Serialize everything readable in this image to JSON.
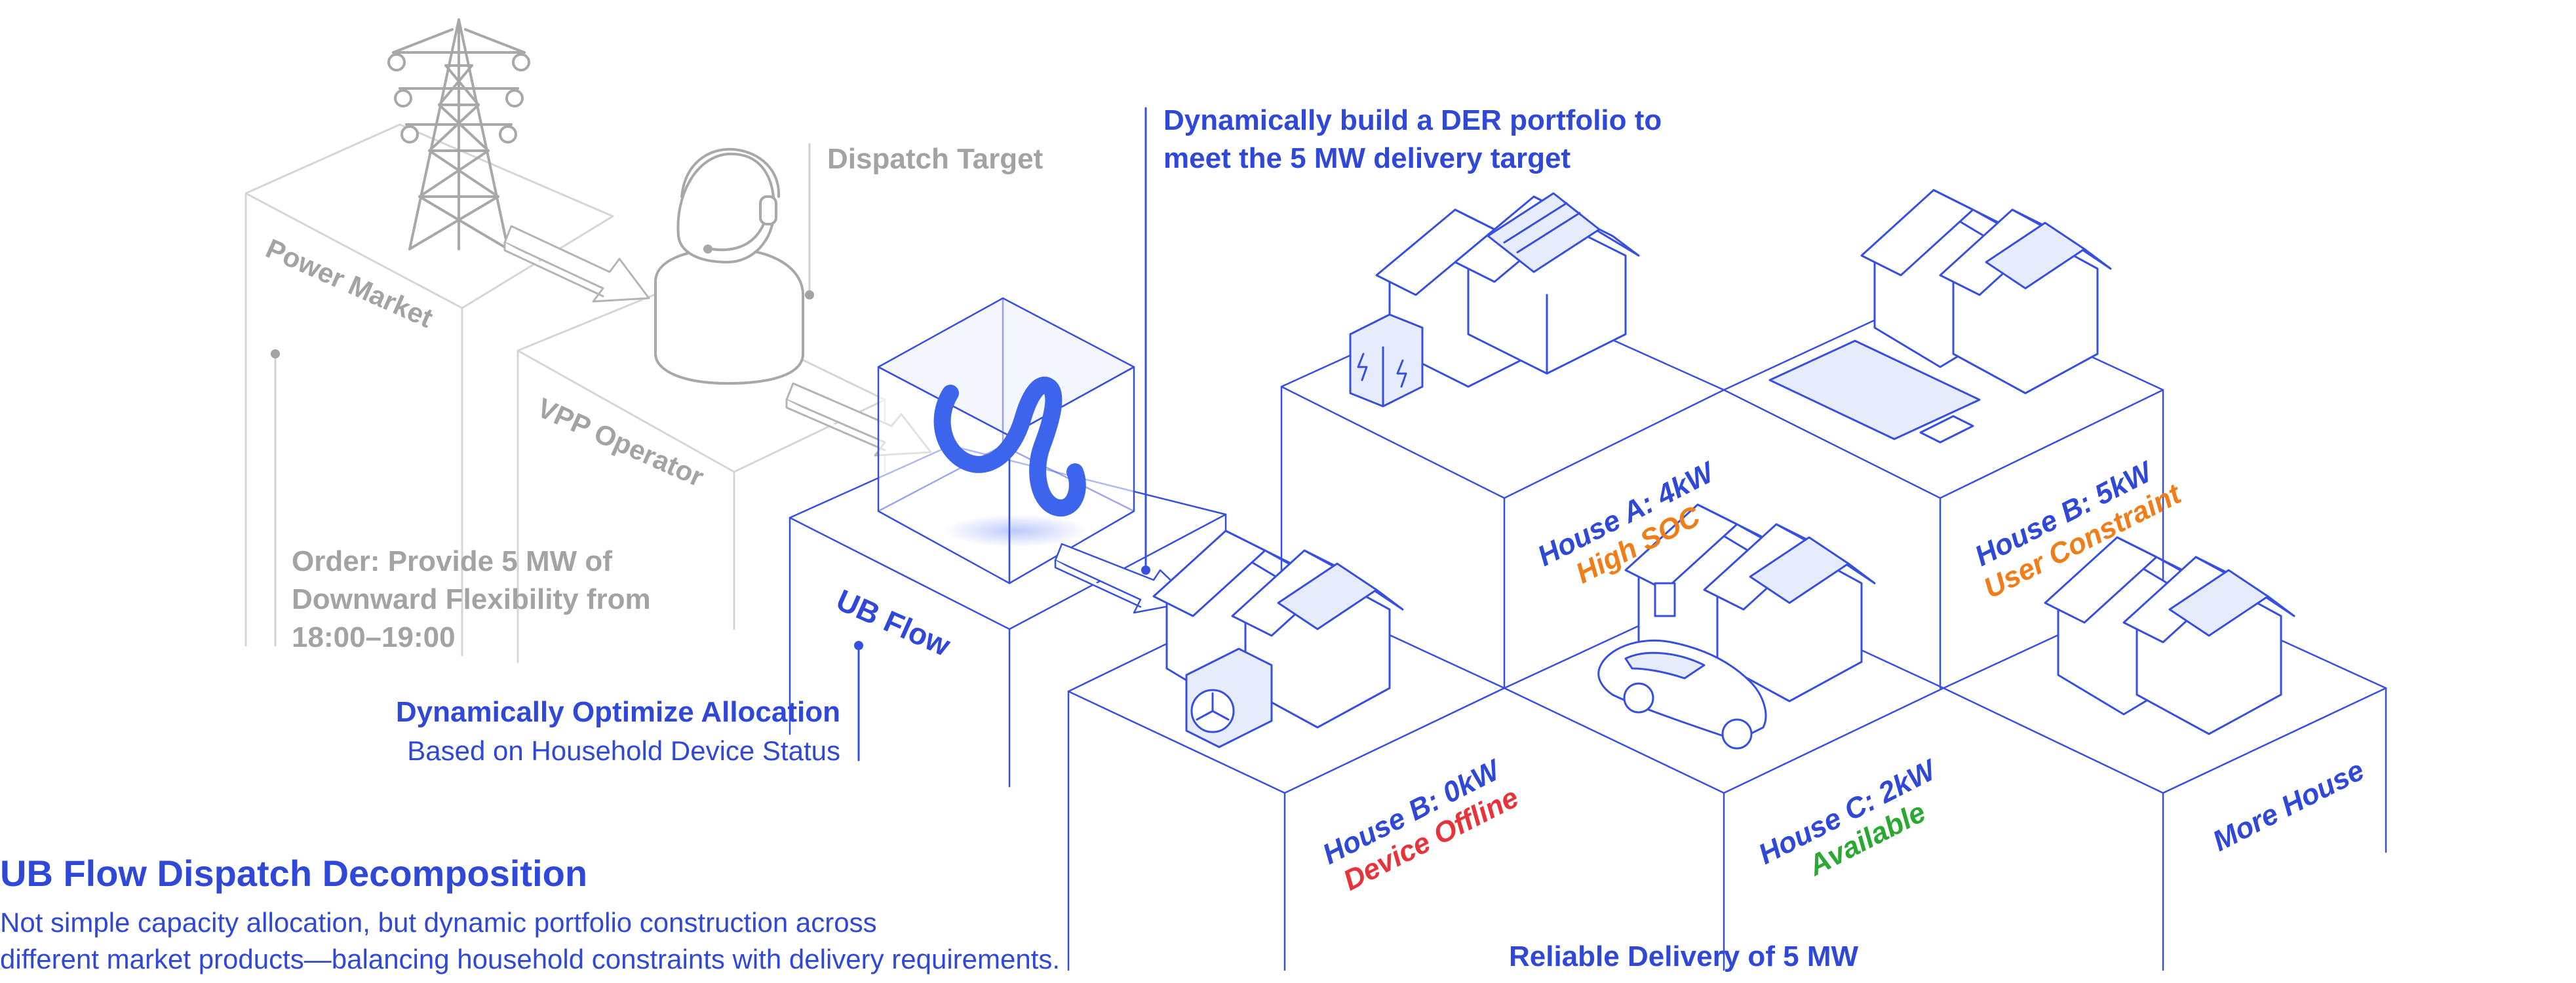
{
  "colors": {
    "primary_blue": "#2f48d8",
    "line_blue": "#3550e0",
    "gray_text": "#a3a3a3",
    "gray_line": "#d6d6d6",
    "orange": "#f07d17",
    "red": "#e8333b",
    "green": "#2aa832",
    "fill_blue_light": "#e7ecfc"
  },
  "labels": {
    "power_market": "Power Market",
    "vpp_operator": "VPP Operator",
    "dispatch_target": "Dispatch Target",
    "ub_flow": "UB Flow",
    "order": [
      "Order: Provide 5 MW of",
      "Downward Flexibility from",
      "18:00–19:00"
    ],
    "der_note": [
      "Dynamically build a DER portfolio to",
      "meet the 5 MW delivery target"
    ],
    "optimize_title": "Dynamically Optimize Allocation",
    "optimize_sub": "Based on Household Device Status",
    "reliable_delivery": "Reliable Delivery of 5 MW"
  },
  "houses": [
    {
      "name": "House A: 4kW",
      "status": "High SOC",
      "status_color": "orange",
      "device": "battery"
    },
    {
      "name": "House B: 5kW",
      "status": "User Constraint",
      "status_color": "orange",
      "device": "solar-panel"
    },
    {
      "name": "House B: 0kW",
      "status": "Device Offline",
      "status_color": "red",
      "device": "heat-pump"
    },
    {
      "name": "House C: 2kW",
      "status": "Available",
      "status_color": "green",
      "device": "electric-vehicle"
    },
    {
      "name": "More House",
      "status": "",
      "status_color": "",
      "device": ""
    }
  ],
  "footer": {
    "title": "UB Flow Dispatch Decomposition",
    "description": [
      "Not simple capacity allocation, but dynamic portfolio construction across",
      "different market products—balancing household constraints with delivery requirements."
    ]
  }
}
